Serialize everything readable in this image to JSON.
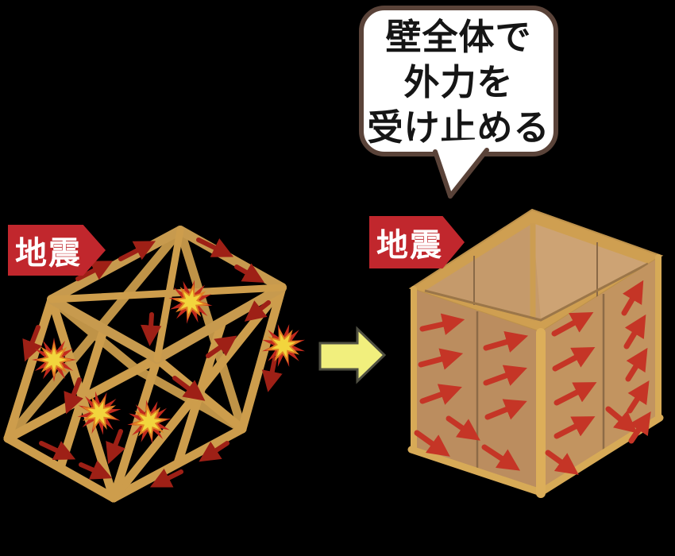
{
  "scene": {
    "background": "#000000"
  },
  "speech_bubble": {
    "lines": [
      "壁全体で",
      "外力を",
      "受け止める"
    ],
    "fill": "#ffffff",
    "border": "#5a4339",
    "text_color": "#151515"
  },
  "banners": [
    {
      "label": "地震"
    },
    {
      "label": "地震"
    }
  ],
  "banner_style": {
    "background": "#c1272d",
    "text_color": "#ffffff"
  },
  "transition_arrow": {
    "fill": "#f1ef7d",
    "outline": "#4f4f42",
    "direction": "right"
  },
  "frame_illustration": {
    "name": "braced-frame-distorted-by-earthquake",
    "wood": "#cd9d4c",
    "stress_arrow": "#9e2016",
    "starburst": {
      "core": "#f2d53d",
      "glow": "#e07f22",
      "spikes": "#c22a1d",
      "count": 5
    }
  },
  "box_illustration": {
    "name": "panel-wall-box-resisting-earthquake",
    "frame": "#d7aa57",
    "rim": "#cf9f51",
    "panel_left": "#bb8d5f",
    "panel_right": "#c29460",
    "shear_arrow": "#c53526"
  }
}
